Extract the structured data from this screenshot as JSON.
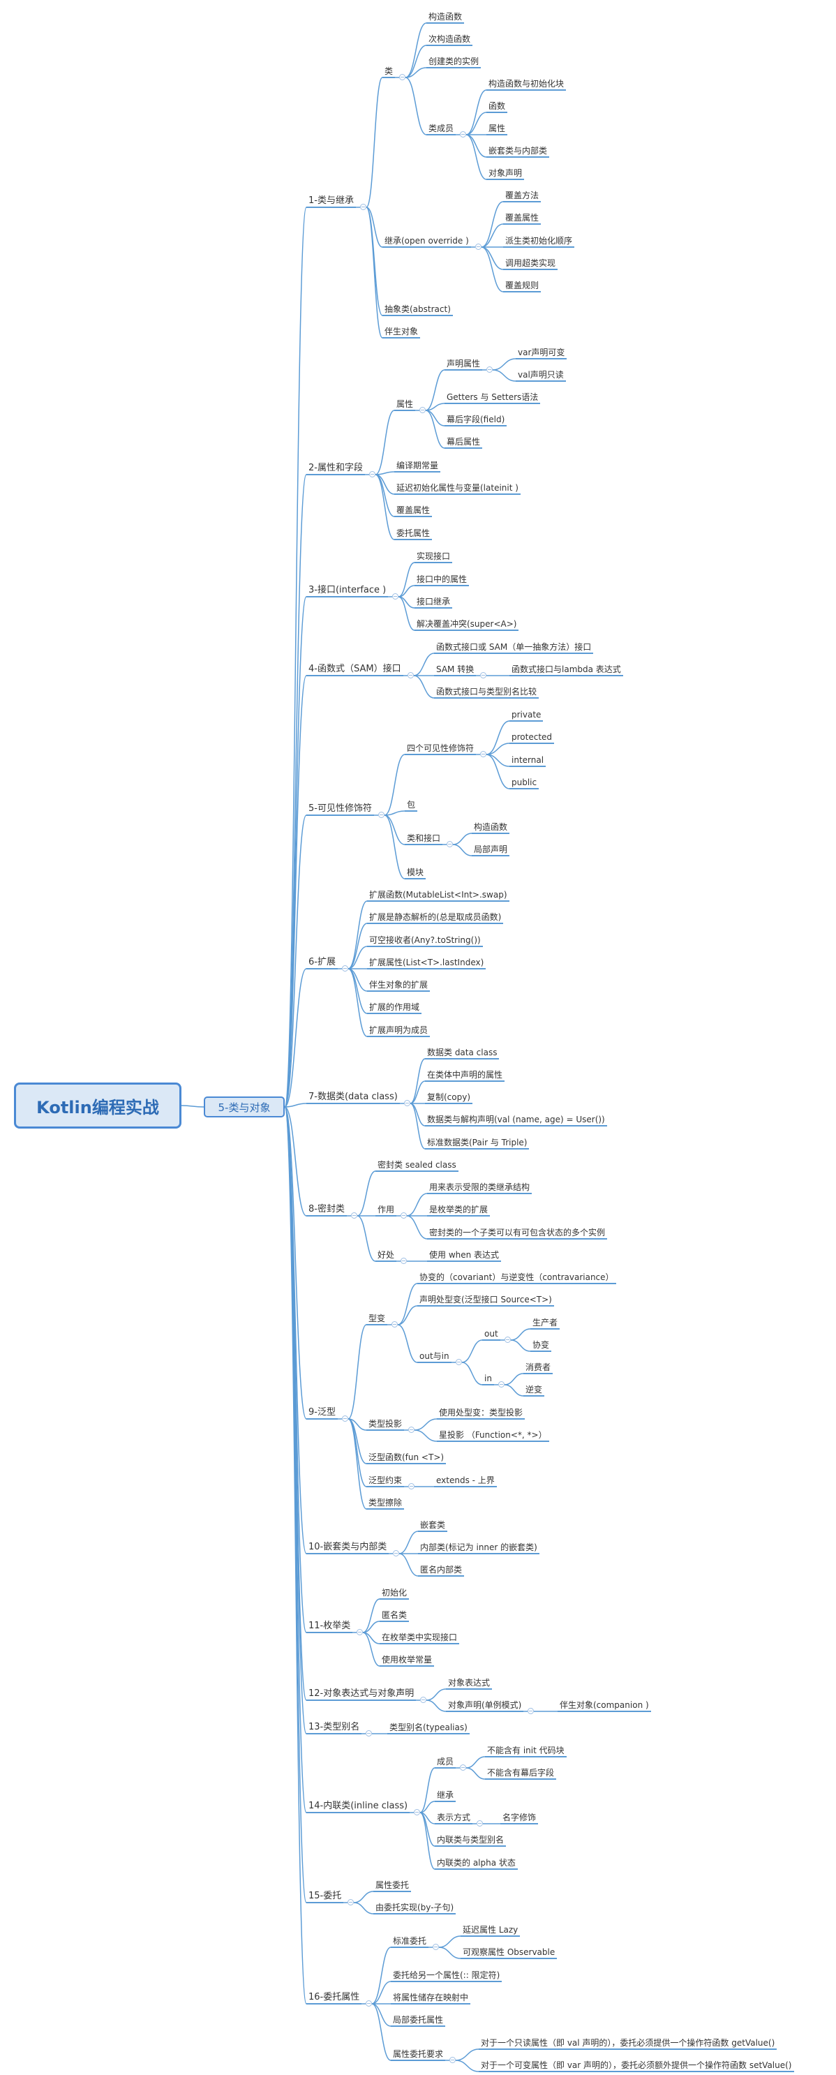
{
  "root": "Kotlin编程实战",
  "chapter": "5-类与对象",
  "colors": {
    "line": "#5b9bd5",
    "root_fill": "#dbe8f6",
    "root_border": "#4a89d4",
    "text": "#333333"
  },
  "nodes": [
    {
      "id": "n1",
      "label": "1-类与继承",
      "parent": "chapter"
    },
    {
      "id": "n1a",
      "label": "类",
      "parent": "n1"
    },
    {
      "id": "n1a1",
      "label": "构造函数",
      "parent": "n1a"
    },
    {
      "id": "n1a2",
      "label": "次构造函数",
      "parent": "n1a"
    },
    {
      "id": "n1a3",
      "label": "创建类的实例",
      "parent": "n1a"
    },
    {
      "id": "n1a4",
      "label": "类成员",
      "parent": "n1a"
    },
    {
      "id": "n1a4a",
      "label": "构造函数与初始化块",
      "parent": "n1a4"
    },
    {
      "id": "n1a4b",
      "label": "函数",
      "parent": "n1a4"
    },
    {
      "id": "n1a4c",
      "label": "属性",
      "parent": "n1a4"
    },
    {
      "id": "n1a4d",
      "label": "嵌套类与内部类",
      "parent": "n1a4"
    },
    {
      "id": "n1a4e",
      "label": "对象声明",
      "parent": "n1a4"
    },
    {
      "id": "n1b",
      "label": "继承(open override )",
      "parent": "n1"
    },
    {
      "id": "n1b1",
      "label": "覆盖方法",
      "parent": "n1b"
    },
    {
      "id": "n1b2",
      "label": "覆盖属性",
      "parent": "n1b"
    },
    {
      "id": "n1b3",
      "label": "派生类初始化顺序",
      "parent": "n1b"
    },
    {
      "id": "n1b4",
      "label": "调用超类实现",
      "parent": "n1b"
    },
    {
      "id": "n1b5",
      "label": "覆盖规则",
      "parent": "n1b"
    },
    {
      "id": "n1c",
      "label": "抽象类(abstract)",
      "parent": "n1"
    },
    {
      "id": "n1d",
      "label": "伴生对象",
      "parent": "n1"
    },
    {
      "id": "n2",
      "label": "2-属性和字段",
      "parent": "chapter"
    },
    {
      "id": "n2a",
      "label": "属性",
      "parent": "n2"
    },
    {
      "id": "n2a1",
      "label": "声明属性",
      "parent": "n2a"
    },
    {
      "id": "n2a1a",
      "label": "var声明可变",
      "parent": "n2a1"
    },
    {
      "id": "n2a1b",
      "label": "val声明只读",
      "parent": "n2a1"
    },
    {
      "id": "n2a2",
      "label": "Getters 与 Setters语法",
      "parent": "n2a"
    },
    {
      "id": "n2a3",
      "label": "幕后字段(field)",
      "parent": "n2a"
    },
    {
      "id": "n2a4",
      "label": "幕后属性",
      "parent": "n2a"
    },
    {
      "id": "n2b",
      "label": "编译期常量",
      "parent": "n2"
    },
    {
      "id": "n2c",
      "label": "延迟初始化属性与变量(lateinit )",
      "parent": "n2"
    },
    {
      "id": "n2d",
      "label": "覆盖属性",
      "parent": "n2"
    },
    {
      "id": "n2e",
      "label": "委托属性",
      "parent": "n2"
    },
    {
      "id": "n3",
      "label": "3-接口(interface )",
      "parent": "chapter"
    },
    {
      "id": "n3a",
      "label": "实现接口",
      "parent": "n3"
    },
    {
      "id": "n3b",
      "label": "接口中的属性",
      "parent": "n3"
    },
    {
      "id": "n3c",
      "label": "接口继承",
      "parent": "n3"
    },
    {
      "id": "n3d",
      "label": "解决覆盖冲突(super<A>)",
      "parent": "n3"
    },
    {
      "id": "n4",
      "label": "4-函数式（SAM）接口",
      "parent": "chapter"
    },
    {
      "id": "n4a",
      "label": "函数式接口或 SAM（单一抽象方法）接口",
      "parent": "n4"
    },
    {
      "id": "n4b",
      "label": "SAM 转换",
      "parent": "n4"
    },
    {
      "id": "n4b1",
      "label": "函数式接口与lambda 表达式",
      "parent": "n4b"
    },
    {
      "id": "n4c",
      "label": "函数式接口与类型别名比较",
      "parent": "n4"
    },
    {
      "id": "n5",
      "label": "5-可见性修饰符",
      "parent": "chapter"
    },
    {
      "id": "n5a",
      "label": "四个可见性修饰符",
      "parent": "n5"
    },
    {
      "id": "n5a1",
      "label": "private",
      "parent": "n5a"
    },
    {
      "id": "n5a2",
      "label": "protected",
      "parent": "n5a"
    },
    {
      "id": "n5a3",
      "label": "internal",
      "parent": "n5a"
    },
    {
      "id": "n5a4",
      "label": "public",
      "parent": "n5a"
    },
    {
      "id": "n5b",
      "label": "包",
      "parent": "n5"
    },
    {
      "id": "n5c",
      "label": "类和接口",
      "parent": "n5"
    },
    {
      "id": "n5c1",
      "label": "构造函数",
      "parent": "n5c"
    },
    {
      "id": "n5c2",
      "label": "局部声明",
      "parent": "n5c"
    },
    {
      "id": "n5d",
      "label": "模块",
      "parent": "n5"
    },
    {
      "id": "n6",
      "label": "6-扩展",
      "parent": "chapter"
    },
    {
      "id": "n6a",
      "label": "扩展函数(MutableList<Int>.swap)",
      "parent": "n6"
    },
    {
      "id": "n6b",
      "label": "扩展是静态解析的(总是取成员函数)",
      "parent": "n6"
    },
    {
      "id": "n6c",
      "label": "可空接收者(Any?.toString())",
      "parent": "n6"
    },
    {
      "id": "n6d",
      "label": "扩展属性(List<T>.lastIndex)",
      "parent": "n6"
    },
    {
      "id": "n6e",
      "label": "伴生对象的扩展",
      "parent": "n6"
    },
    {
      "id": "n6f",
      "label": "扩展的作用域",
      "parent": "n6"
    },
    {
      "id": "n6g",
      "label": "扩展声明为成员",
      "parent": "n6"
    },
    {
      "id": "n7",
      "label": "7-数据类(data class)",
      "parent": "chapter"
    },
    {
      "id": "n7a",
      "label": "数据类 data class",
      "parent": "n7"
    },
    {
      "id": "n7b",
      "label": "在类体中声明的属性",
      "parent": "n7"
    },
    {
      "id": "n7c",
      "label": "复制(copy)",
      "parent": "n7"
    },
    {
      "id": "n7d",
      "label": "数据类与解构声明(val (name, age) = User())",
      "parent": "n7"
    },
    {
      "id": "n7e",
      "label": "标准数据类(Pair 与 Triple)",
      "parent": "n7"
    },
    {
      "id": "n8",
      "label": "8-密封类",
      "parent": "chapter"
    },
    {
      "id": "n8a",
      "label": "密封类 sealed  class",
      "parent": "n8"
    },
    {
      "id": "n8b",
      "label": "作用",
      "parent": "n8"
    },
    {
      "id": "n8b1",
      "label": "用来表示受限的类继承结构",
      "parent": "n8b"
    },
    {
      "id": "n8b2",
      "label": "是枚举类的扩展",
      "parent": "n8b"
    },
    {
      "id": "n8b3",
      "label": "密封类的一个子类可以有可包含状态的多个实例",
      "parent": "n8b"
    },
    {
      "id": "n8c",
      "label": "好处",
      "parent": "n8"
    },
    {
      "id": "n8c1",
      "label": "使用 when 表达式",
      "parent": "n8c"
    },
    {
      "id": "n9",
      "label": "9-泛型",
      "parent": "chapter"
    },
    {
      "id": "n9a",
      "label": "型变",
      "parent": "n9"
    },
    {
      "id": "n9a1",
      "label": "协变的（covariant）与逆变性（contravariance）",
      "parent": "n9a"
    },
    {
      "id": "n9a2",
      "label": "声明处型变(泛型接口 Source<T>)",
      "parent": "n9a"
    },
    {
      "id": "n9a3",
      "label": "out与in",
      "parent": "n9a"
    },
    {
      "id": "n9a3a",
      "label": "out",
      "parent": "n9a3"
    },
    {
      "id": "n9a3a1",
      "label": "生产者",
      "parent": "n9a3a"
    },
    {
      "id": "n9a3a2",
      "label": "协变",
      "parent": "n9a3a"
    },
    {
      "id": "n9a3b",
      "label": "in",
      "parent": "n9a3"
    },
    {
      "id": "n9a3b1",
      "label": "消费者",
      "parent": "n9a3b"
    },
    {
      "id": "n9a3b2",
      "label": "逆变",
      "parent": "n9a3b"
    },
    {
      "id": "n9b",
      "label": "类型投影",
      "parent": "n9"
    },
    {
      "id": "n9b1",
      "label": "使用处型变：类型投影",
      "parent": "n9b"
    },
    {
      "id": "n9b2",
      "label": "星投影 （Function<*, *>）",
      "parent": "n9b"
    },
    {
      "id": "n9c",
      "label": "泛型函数(fun <T>)",
      "parent": "n9"
    },
    {
      "id": "n9d",
      "label": "泛型约束",
      "parent": "n9"
    },
    {
      "id": "n9d1",
      "label": "extends - 上界",
      "parent": "n9d"
    },
    {
      "id": "n9e",
      "label": "类型擦除",
      "parent": "n9"
    },
    {
      "id": "n10",
      "label": "10-嵌套类与内部类",
      "parent": "chapter"
    },
    {
      "id": "n10a",
      "label": "嵌套类",
      "parent": "n10"
    },
    {
      "id": "n10b",
      "label": "内部类(标记为 inner 的嵌套类)",
      "parent": "n10"
    },
    {
      "id": "n10c",
      "label": "匿名内部类",
      "parent": "n10"
    },
    {
      "id": "n11",
      "label": "11-枚举类",
      "parent": "chapter"
    },
    {
      "id": "n11a",
      "label": "初始化",
      "parent": "n11"
    },
    {
      "id": "n11b",
      "label": "匿名类",
      "parent": "n11"
    },
    {
      "id": "n11c",
      "label": "在枚举类中实现接口",
      "parent": "n11"
    },
    {
      "id": "n11d",
      "label": "使用枚举常量",
      "parent": "n11"
    },
    {
      "id": "n12",
      "label": "12-对象表达式与对象声明",
      "parent": "chapter"
    },
    {
      "id": "n12a",
      "label": "对象表达式",
      "parent": "n12"
    },
    {
      "id": "n12b",
      "label": "对象声明(单例模式)",
      "parent": "n12"
    },
    {
      "id": "n12b1",
      "label": "伴生对象(companion )",
      "parent": "n12b"
    },
    {
      "id": "n13",
      "label": "13-类型别名",
      "parent": "chapter"
    },
    {
      "id": "n13a",
      "label": "类型别名(typealias)",
      "parent": "n13"
    },
    {
      "id": "n14",
      "label": "14-内联类(inline class)",
      "parent": "chapter"
    },
    {
      "id": "n14a",
      "label": "成员",
      "parent": "n14"
    },
    {
      "id": "n14a1",
      "label": "不能含有 init 代码块",
      "parent": "n14a"
    },
    {
      "id": "n14a2",
      "label": "不能含有幕后字段",
      "parent": "n14a"
    },
    {
      "id": "n14b",
      "label": "继承",
      "parent": "n14"
    },
    {
      "id": "n14c",
      "label": "表示方式",
      "parent": "n14"
    },
    {
      "id": "n14c1",
      "label": "名字修饰",
      "parent": "n14c"
    },
    {
      "id": "n14d",
      "label": "内联类与类型别名",
      "parent": "n14"
    },
    {
      "id": "n14e",
      "label": "内联类的 alpha 状态",
      "parent": "n14"
    },
    {
      "id": "n15",
      "label": "15-委托",
      "parent": "chapter"
    },
    {
      "id": "n15a",
      "label": "属性委托",
      "parent": "n15"
    },
    {
      "id": "n15b",
      "label": "由委托实现(by-子句)",
      "parent": "n15"
    },
    {
      "id": "n16",
      "label": "16-委托属性",
      "parent": "chapter"
    },
    {
      "id": "n16a",
      "label": "标准委托",
      "parent": "n16"
    },
    {
      "id": "n16a1",
      "label": "延迟属性 Lazy",
      "parent": "n16a"
    },
    {
      "id": "n16a2",
      "label": "可观察属性 Observable",
      "parent": "n16a"
    },
    {
      "id": "n16b",
      "label": "委托给另一个属性(:: 限定符)",
      "parent": "n16"
    },
    {
      "id": "n16c",
      "label": "将属性储存在映射中",
      "parent": "n16"
    },
    {
      "id": "n16d",
      "label": "局部委托属性",
      "parent": "n16"
    },
    {
      "id": "n16e",
      "label": "属性委托要求",
      "parent": "n16"
    },
    {
      "id": "n16e1",
      "label": "对于一个只读属性（即 val 声明的），委托必须提供一个操作符函数 getValue()",
      "parent": "n16e"
    },
    {
      "id": "n16e2",
      "label": "对于一个可变属性（即 var 声明的），委托必须额外提供一个操作符函数 setValue()",
      "parent": "n16e"
    }
  ]
}
